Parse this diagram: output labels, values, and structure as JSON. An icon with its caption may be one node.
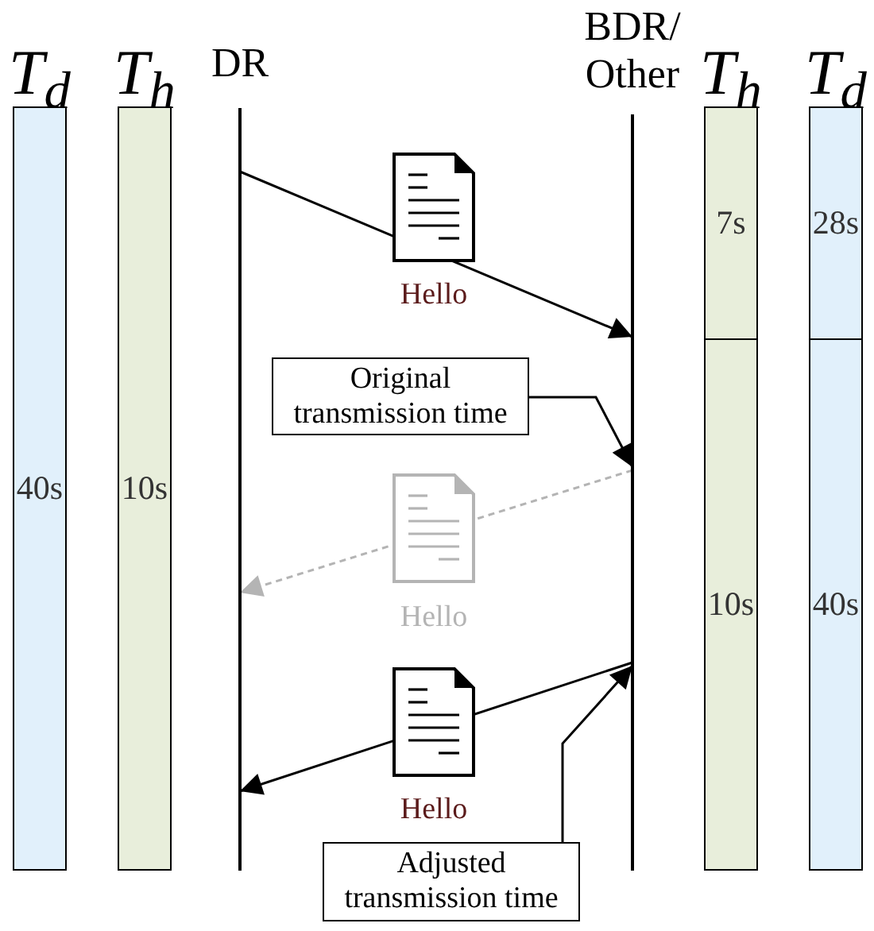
{
  "diagram": {
    "nodes": [
      {
        "text": [
          "T$_{d}$",
          "40s"
        ]
      },
      {
        "text": [
          "T$_{h}$",
          "10s"
        ]
      },
      {
        "text": [
          "DR"
        ]
      },
      {
        "text": [
          "BDR/ Other"
        ]
      },
      {
        "text": [
          "T$_{h}$"
        ]
      },
      {
        "text": [
          "7s"
        ],
        "in": 4
      },
      {
        "text": [
          "10s"
        ],
        "in": 4
      },
      {
        "text": [
          "T$_{d}$"
        ]
      },
      {
        "text": [
          "28s"
        ],
        "in": 7
      },
      {
        "text": [
          "40s"
        ],
        "in": 7
      },
      {
        "text": [
          "Original transmission time"
        ]
      },
      {
        "text": [
          "Adjusted transmission time"
        ]
      }
    ],
    "edges": [
      {
        "from": 2,
        "to": 3,
        "arrow": "to",
        "label": "Hello"
      },
      {
        "from": 3,
        "to": 2,
        "arrow": "to",
        "label": "Hello",
        "style": "dashed",
        "color": "#b4b4b4"
      },
      {
        "from": 3,
        "to": 2,
        "arrow": "to",
        "label": "Hello"
      },
      {
        "from": 10,
        "to": 3,
        "arrow": "to"
      },
      {
        "from": 11,
        "to": 3,
        "arrow": "to"
      }
    ]
  }
}
